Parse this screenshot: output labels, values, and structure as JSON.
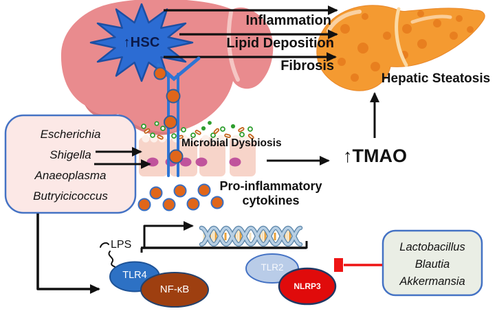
{
  "labels": {
    "hsc": "↑HSC",
    "inflammation": "Inflammation",
    "lipid_deposition": "Lipid Deposition",
    "fibrosis": "Fibrosis",
    "hepatic_steatosis": "Hepatic Steatosis",
    "microbial_dysbiosis": "Microbial Dysbiosis",
    "tmao": "↑TMAO",
    "pro_inflammatory_cytokines": "Pro-inflammatory\ncytokines",
    "lps": "LPS",
    "tlr4": "TLR4",
    "nfkb": "NF-κB",
    "tlr2": "TLR2",
    "nlrp3": "NLRP3"
  },
  "pathogenic_bacteria": {
    "items": [
      "Escherichia",
      "Shigella",
      "Anaeoplasma",
      "Butryicicoccus"
    ]
  },
  "beneficial_bacteria": {
    "items": [
      "Lactobacillus",
      "Blautia",
      "Akkermansia"
    ]
  },
  "colors": {
    "starburst": "#2c6cd3",
    "liver_inflamed": "#e98b8e",
    "liver_steatotic": "#f49a31",
    "tlr4": "#2d71c4",
    "nfkb": "#9e3f10",
    "tlr2": "#b9cce8",
    "nlrp3": "#e00b0b",
    "inhibitor_line": "#ee1414",
    "cytokine": "#e0661a",
    "portal_channel": "#2e75d4",
    "arrow": "#111111"
  },
  "icons": {
    "inflamed-liver-icon": "pink liver silhouette",
    "steatotic-liver-icon": "orange fatty liver with lipid spots",
    "hsc-starburst-icon": "blue 12-point starburst",
    "gut-epithelium-icon": "pink epithelial cells with magenta nuclei",
    "gut-bacteria-icons": "green cocci and orange rods",
    "cytokine-dots-icon": "orange circles with blue outline",
    "dna-helix-icon": "double helix with base pairs",
    "lps-squiggle-icon": "wavy LPS chain",
    "inhibition-bar-icon": "red blunt-end inhibitor"
  }
}
